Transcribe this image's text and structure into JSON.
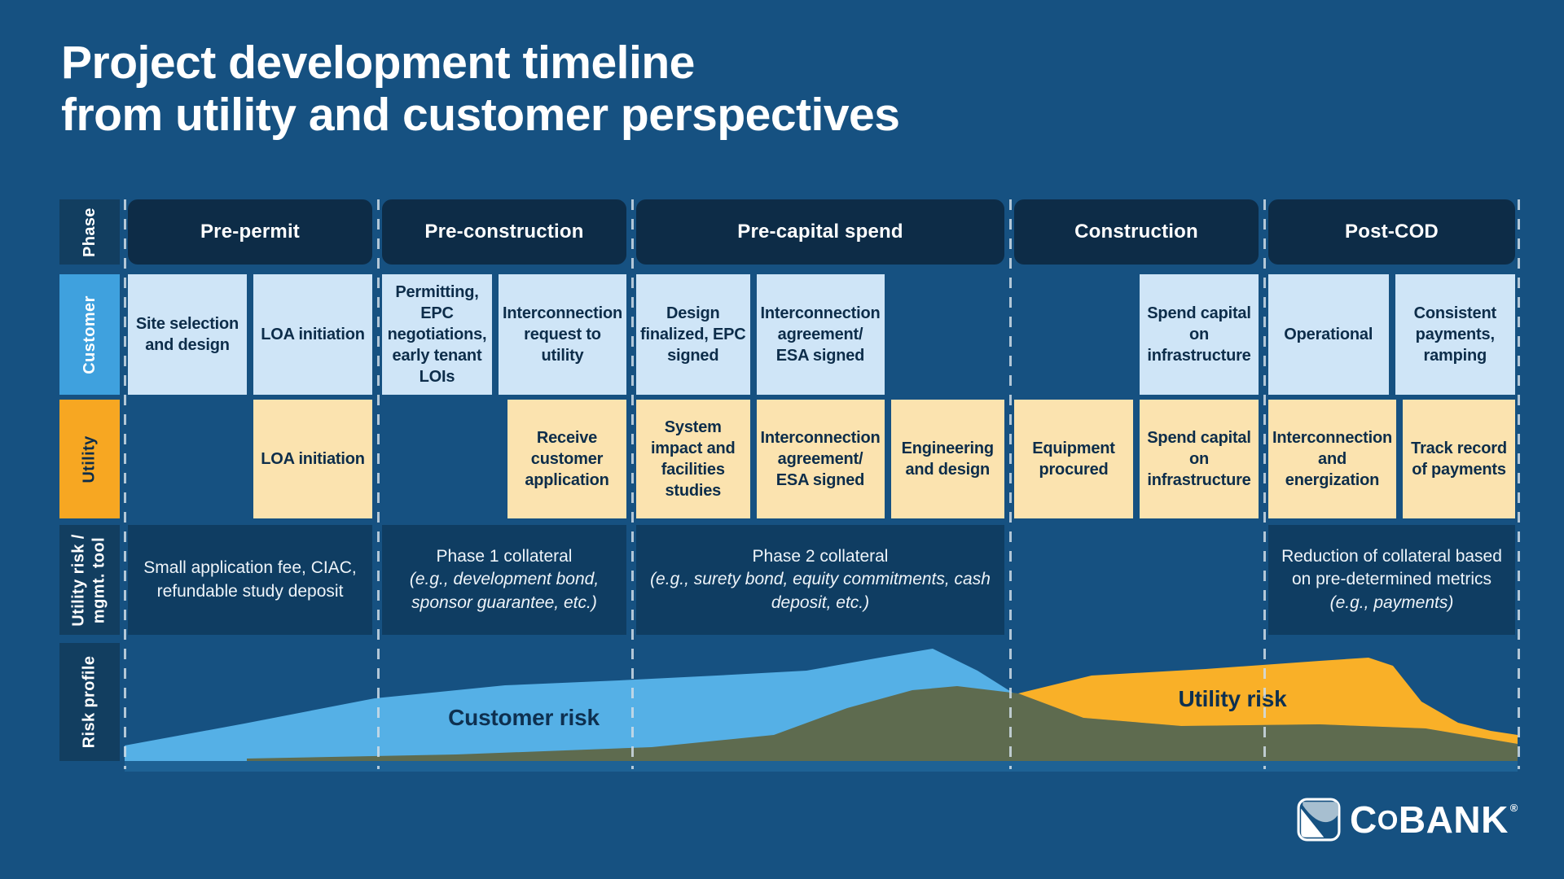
{
  "title": {
    "line1": "Project development timeline",
    "line2": "from utility and customer perspectives"
  },
  "row_labels": {
    "phase": "Phase",
    "customer": "Customer",
    "utility": "Utility",
    "risk_tool_line1": "Utility risk /",
    "risk_tool_line2": "mgmt. tool",
    "risk_profile": "Risk profile"
  },
  "phases": [
    {
      "label": "Pre-permit",
      "customer": [
        "Site selection and design",
        "LOA initiation"
      ],
      "utility": [
        "",
        "LOA initiation"
      ],
      "risk_tool": {
        "main": "Small application fee, CIAC, refundable study deposit",
        "italic": ""
      }
    },
    {
      "label": "Pre-construction",
      "customer": [
        "Permitting, EPC negotiations, early tenant LOIs",
        "Interconnection request to utility"
      ],
      "utility": [
        "",
        "Receive customer application"
      ],
      "risk_tool": {
        "main": "Phase 1 collateral",
        "italic": "(e.g., development bond, sponsor guarantee, etc.)"
      }
    },
    {
      "label": "Pre-capital spend",
      "customer": [
        "Design finalized, EPC signed",
        "Interconnection agreement/ ESA signed",
        ""
      ],
      "utility": [
        "System impact and facilities studies",
        "Interconnection agreement/ ESA signed",
        "Engineering and design"
      ],
      "risk_tool": {
        "main": "Phase 2 collateral",
        "italic": "(e.g., surety bond, equity commitments, cash deposit, etc.)"
      }
    },
    {
      "label": "Construction",
      "customer": [
        "",
        "Spend capital on infrastructure"
      ],
      "utility": [
        "Equipment procured",
        "Spend capital on infrastructure"
      ],
      "risk_tool": null
    },
    {
      "label": "Post-COD",
      "customer": [
        "Operational",
        "Consistent payments, ramping"
      ],
      "utility": [
        "Interconnection and energization",
        "Track record of payments"
      ],
      "risk_tool": {
        "main": "Reduction of collateral based on pre-determined metrics",
        "italic": "(e.g., payments)"
      }
    }
  ],
  "chart": {
    "customer_risk_label": "Customer risk",
    "utility_risk_label": "Utility risk"
  },
  "logo": {
    "c": "C",
    "o": "O",
    "bank": "BANK",
    "reg": "®"
  },
  "colors": {
    "bg": "#165181",
    "header-navy": "#0d2c47",
    "panel-navy": "#0f3d62",
    "label-navy": "#123e60",
    "customer-accent": "#3fa1de",
    "customer-cell": "#cfe5f7",
    "utility-accent": "#f7a722",
    "utility-cell": "#fbe3af",
    "cell-text": "#0d2d4a",
    "chart-blue": "#55b0e6",
    "chart-olive": "#5e6b4f",
    "chart-yellow": "#f9b028",
    "baseline-blue": "#1e6295",
    "dash": "#cfdce6",
    "logo-slate": "#a7bfd0"
  }
}
